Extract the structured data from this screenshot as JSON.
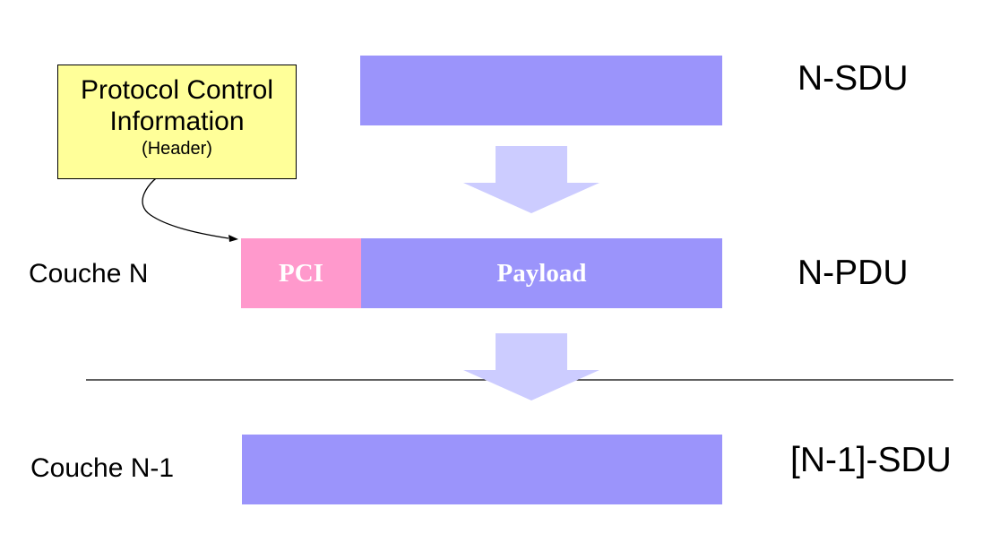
{
  "pci_box": {
    "line1": "Protocol Control",
    "line2": "Information",
    "line3": "(Header)"
  },
  "blocks": {
    "pci_label": "PCI",
    "payload_label": "Payload"
  },
  "labels": {
    "n_sdu": "N-SDU",
    "n_pdu": "N-PDU",
    "n1_sdu": "[N-1]-SDU",
    "couche_n": "Couche N",
    "couche_n1": "Couche N-1"
  },
  "colors": {
    "data_block": "#9b94fb",
    "pci_block": "#ff99cc",
    "pci_box": "#ffff99",
    "arrow": "#ccccff"
  }
}
